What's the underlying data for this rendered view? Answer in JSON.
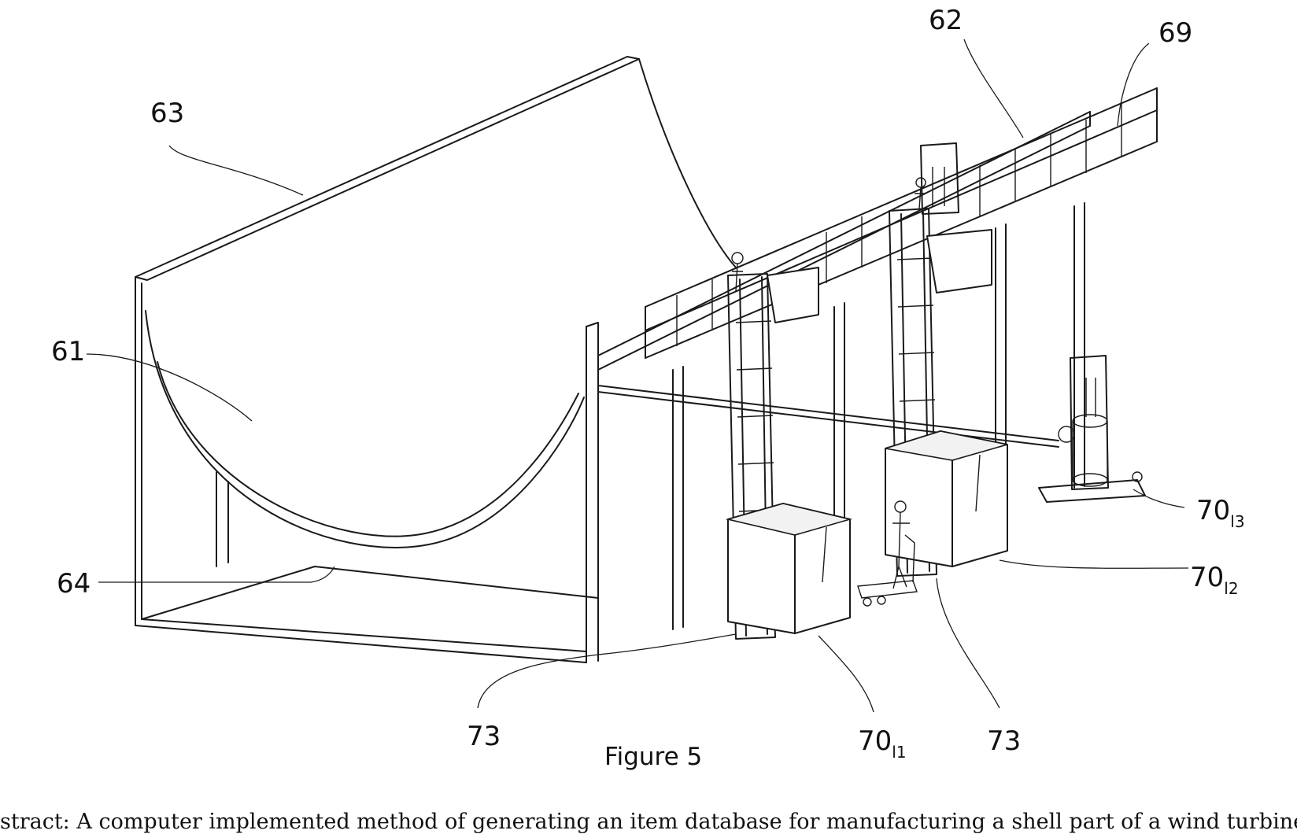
{
  "figure": {
    "caption": "Figure 5",
    "labels": {
      "l61": "61",
      "l62": "62",
      "l63": "63",
      "l64": "64",
      "l69": "69",
      "l73a": "73",
      "l73b": "73",
      "l70l1": "70",
      "l70l1_sub": "l1",
      "l70l2": "70",
      "l70l2_sub": "l2",
      "l70l3": "70",
      "l70l3_sub": "l3"
    }
  },
  "abstract": {
    "text": "stract: A computer implemented method of generating an item database for manufacturing a shell part of a wind turbine"
  }
}
